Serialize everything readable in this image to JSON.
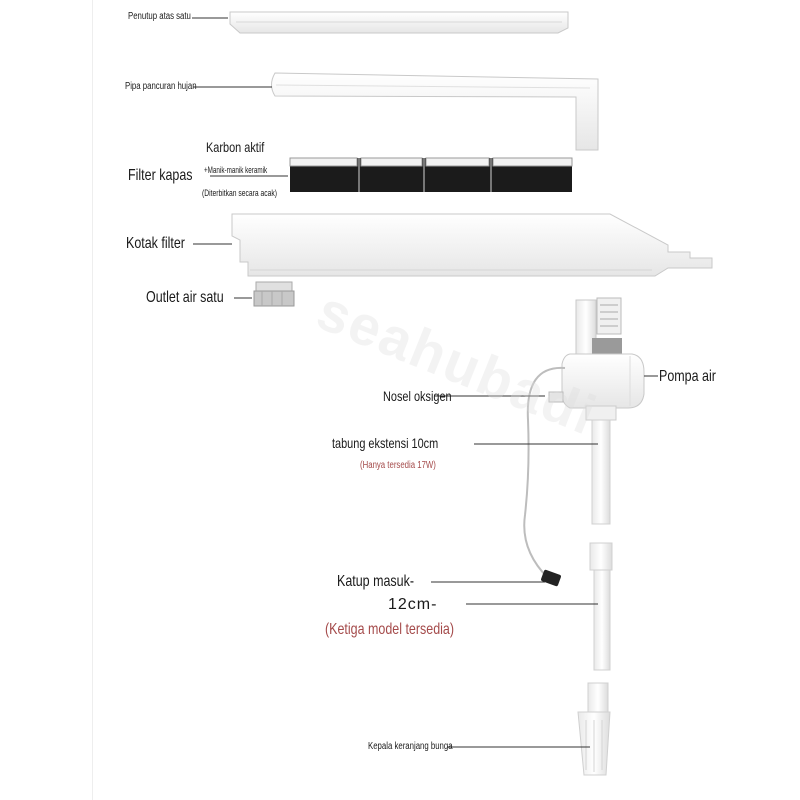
{
  "labels": {
    "top_cover": "Penutup atas satu",
    "rain_pipe": "Pipa pancuran hujan",
    "activated_carbon": "Karbon aktif",
    "cotton_filter": "Filter kapas",
    "ceramic_beads": "+Manik-manik keramik",
    "random_dist": "(Diterbitkan secara acak)",
    "filter_box": "Kotak filter",
    "water_outlet": "Outlet air satu",
    "water_pump": "Pompa air",
    "oxygen_nozzle": "Nosel oksigen",
    "extension_tube": "tabung ekstensi 10cm",
    "only_17w": "(Hanya tersedia 17W)",
    "intake_valve": "Katup masuk-",
    "twelve_cm": "12cm-",
    "three_models": "(Ketiga model tersedia)",
    "flower_basket_head": "Kepala keranjang bunga"
  },
  "watermark": "seahubadi",
  "colors": {
    "part_white": "#f7f7f7",
    "part_edge": "#c9c9c9",
    "filter_black": "#1b1b1b",
    "note_red": "#a44a4a"
  }
}
